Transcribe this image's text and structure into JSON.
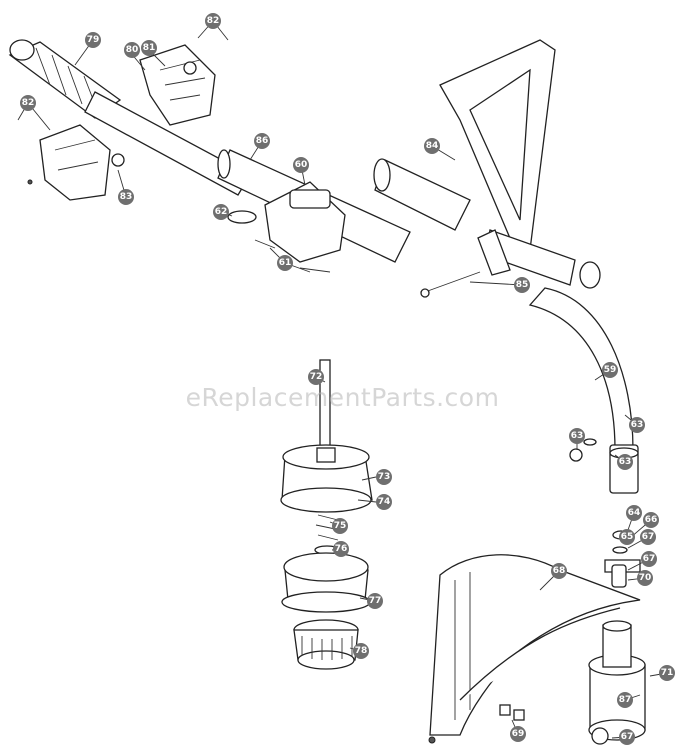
{
  "diagram": {
    "watermark": "eReplacementParts.com",
    "part_numbers": [
      "59",
      "60",
      "61",
      "62",
      "63",
      "64",
      "65",
      "66",
      "67",
      "68",
      "69",
      "70",
      "71",
      "72",
      "73",
      "74",
      "75",
      "76",
      "77",
      "78",
      "79",
      "80",
      "81",
      "82",
      "83",
      "84",
      "85",
      "86",
      "87"
    ]
  }
}
